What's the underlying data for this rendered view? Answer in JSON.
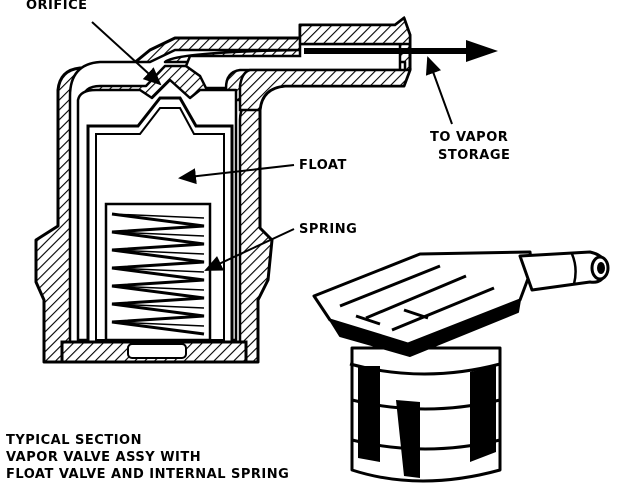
{
  "labels": {
    "orifice": "ORIFICE",
    "float": "FLOAT",
    "spring": "SPRING",
    "to_vapor_line1": "TO VAPOR",
    "to_vapor_line2": "STORAGE"
  },
  "caption": {
    "line1": "TYPICAL SECTION",
    "line2": "VAPOR VALVE ASSY WITH",
    "line3": "FLOAT VALVE AND INTERNAL SPRING"
  },
  "colors": {
    "ink": "#000000",
    "paper": "#ffffff"
  }
}
